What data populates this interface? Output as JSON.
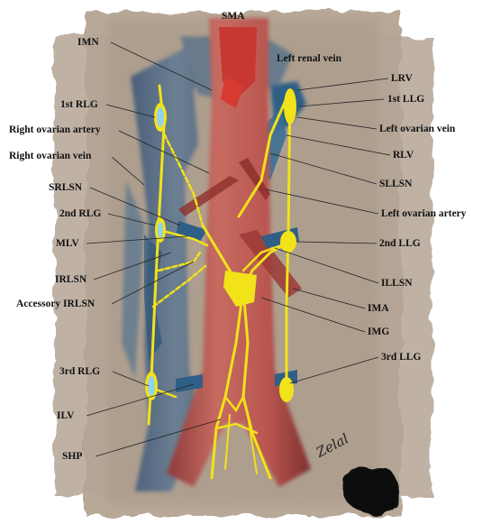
{
  "labels": {
    "sma": "SMA",
    "imn": "IMN",
    "left_renal_vein": "Left renal vein",
    "lrv": "LRV",
    "first_rlg": "1st RLG",
    "first_llg": "1st LLG",
    "right_ovarian_artery": "Right ovarian artery",
    "left_ovarian_vein": "Left ovarian vein",
    "right_ovarian_vein": "Right ovarian vein",
    "rlv": "RLV",
    "srlsn": "SRLSN",
    "sllsn": "SLLSN",
    "second_rlg": "2nd RLG",
    "left_ovarian_artery": "Left ovarian artery",
    "mlv": "MLV",
    "second_llg": "2nd LLG",
    "irlsn": "IRLSN",
    "illsn": "ILLSN",
    "accessory_irlsn": "Accessory IRLSN",
    "ima": "IMA",
    "img": "IMG",
    "third_rlg": "3rd RLG",
    "third_llg": "3rd LLG",
    "ilv": "ILV",
    "shp": "SHP"
  },
  "signature": "Zelal",
  "colors": {
    "nerve": "#f2e21a",
    "vein": "#2f5f86",
    "artery": "#b44a48",
    "ivc": "#5d6f84",
    "background": "#b4a596"
  }
}
